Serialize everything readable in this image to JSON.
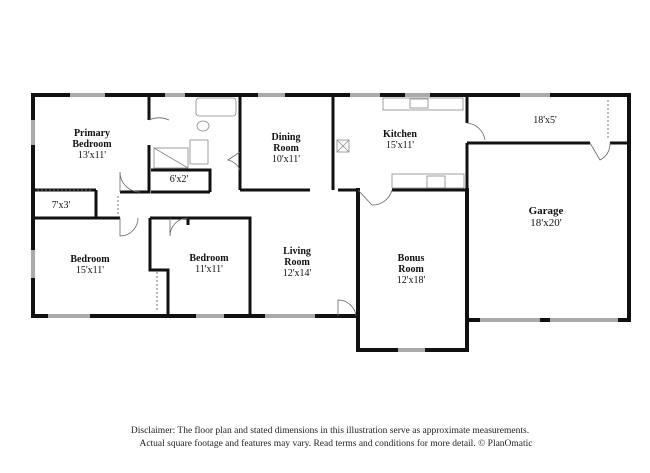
{
  "rooms": {
    "primary_bedroom": {
      "name_line1": "Primary",
      "name_line2": "Bedroom",
      "dims": "13'x11'"
    },
    "dining_room": {
      "name_line1": "Dining",
      "name_line2": "Room",
      "dims": "10'x11'"
    },
    "kitchen": {
      "name": "Kitchen",
      "dims": "15'x11'"
    },
    "porch": {
      "dims": "18'x5'"
    },
    "bath_closet": {
      "dims": "6'x2'"
    },
    "hall_closet": {
      "dims": "7'x3'"
    },
    "garage": {
      "name": "Garage",
      "dims": "18'x20'"
    },
    "bedroom_left": {
      "name": "Bedroom",
      "dims": "15'x11'"
    },
    "bedroom_middle": {
      "name": "Bedroom",
      "dims": "11'x11'"
    },
    "living_room": {
      "name_line1": "Living",
      "name_line2": "Room",
      "dims": "12'x14'"
    },
    "bonus_room": {
      "name_line1": "Bonus",
      "name_line2": "Room",
      "dims": "12'x18'"
    }
  },
  "disclaimer": {
    "line1": "Disclaimer: The floor plan and stated dimensions in this illustration serve as approximate measurements.",
    "line2": "Actual square footage and features may vary. Read terms and conditions for more detail. © PlanOmatic"
  },
  "colors": {
    "wall": "#111111",
    "fixture": "#888888",
    "window": "#9a9a9a",
    "background": "#ffffff"
  }
}
